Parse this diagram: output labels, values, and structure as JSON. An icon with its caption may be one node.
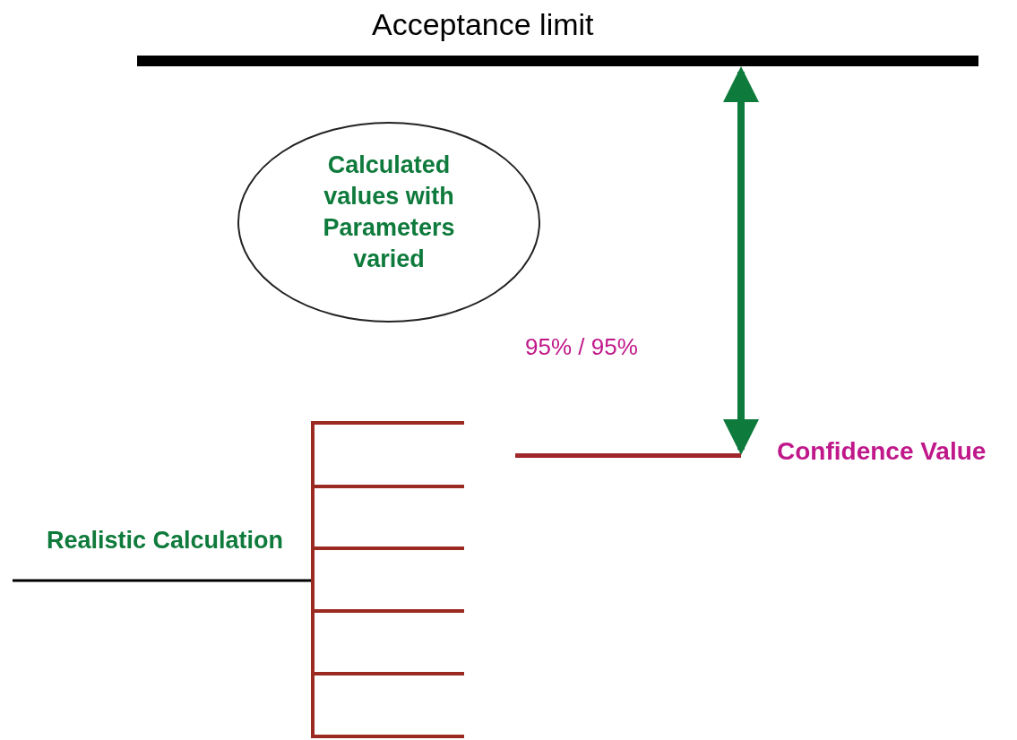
{
  "diagram": {
    "nodes": [
      {
        "text": [
          "Acceptance limit"
        ]
      },
      {
        "text": [
          "Calculated values with Parameters varied"
        ]
      },
      {
        "text": [
          "Confidence Value"
        ]
      }
    ],
    "edges": [
      {
        "from": 2,
        "to": 0,
        "arrow": "both",
        "color": "#0e7a3b"
      }
    ],
    "labels": [
      "95% / 95%",
      "Realistic Calculation"
    ]
  }
}
